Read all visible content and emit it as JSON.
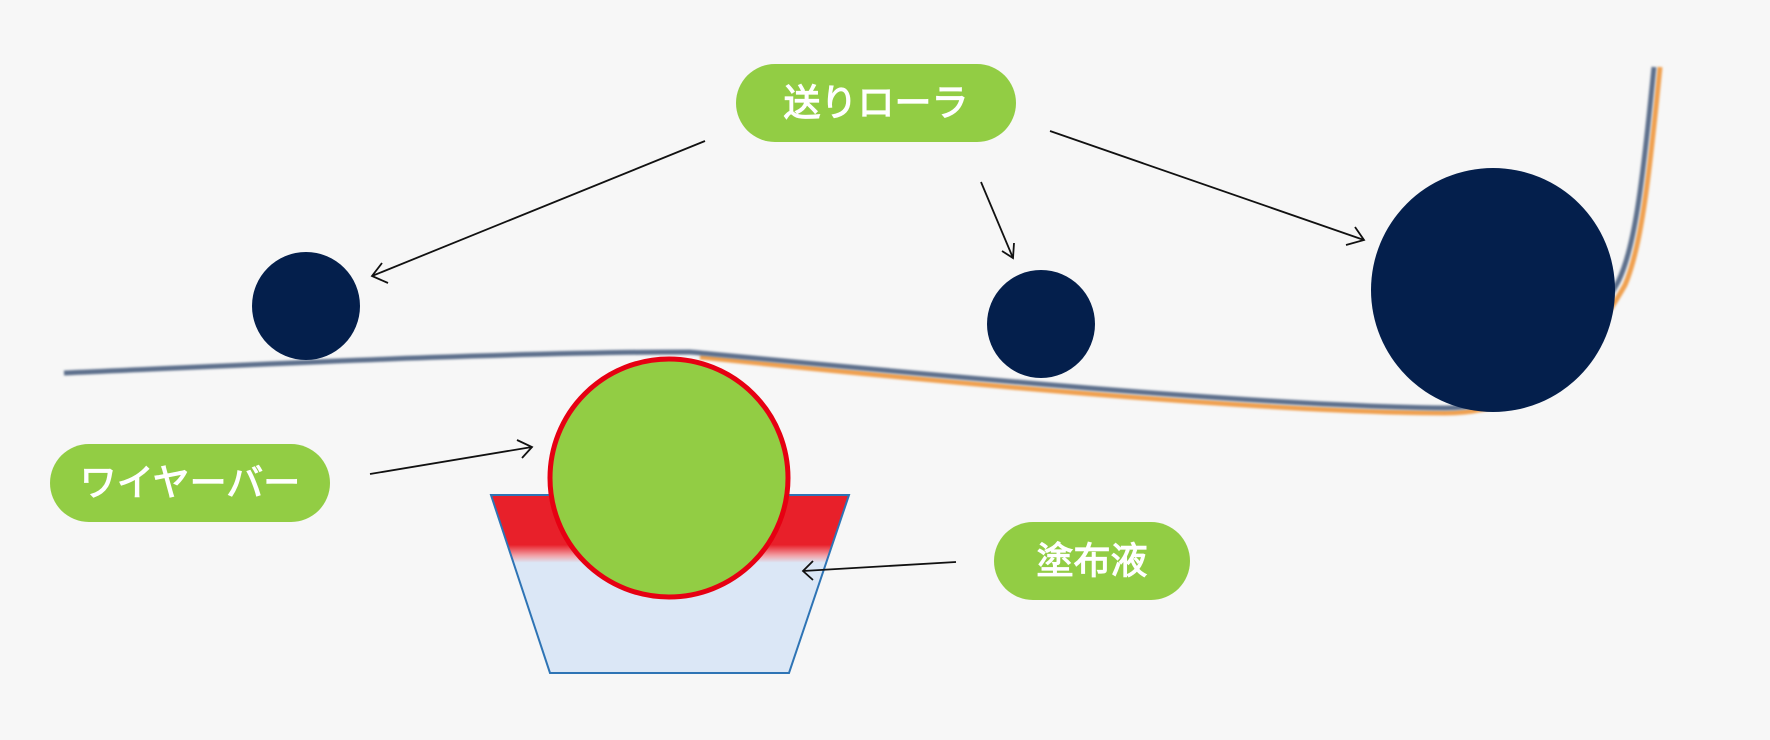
{
  "labels": {
    "feed_roller": "送りローラ",
    "wire_bar": "ワイヤーバー",
    "coating_liquid": "塗布液"
  },
  "colors": {
    "background": "#f7f7f7",
    "label_fill": "#92cd44",
    "label_text": "#ffffff",
    "roller": "#041f4c",
    "wire_bar_fill": "#92cd44",
    "wire_bar_outline": "#e60012",
    "tray_fill": "#dbe7f6",
    "tray_outline": "#2e74b5",
    "liquid_top": "#e8202a",
    "film": "#5d6f8c",
    "film_edge": "#f0a050",
    "arrow": "#111111"
  },
  "icons": {
    "rollers": "circle",
    "wire_bar": "circle",
    "tray": "trapezoid"
  }
}
